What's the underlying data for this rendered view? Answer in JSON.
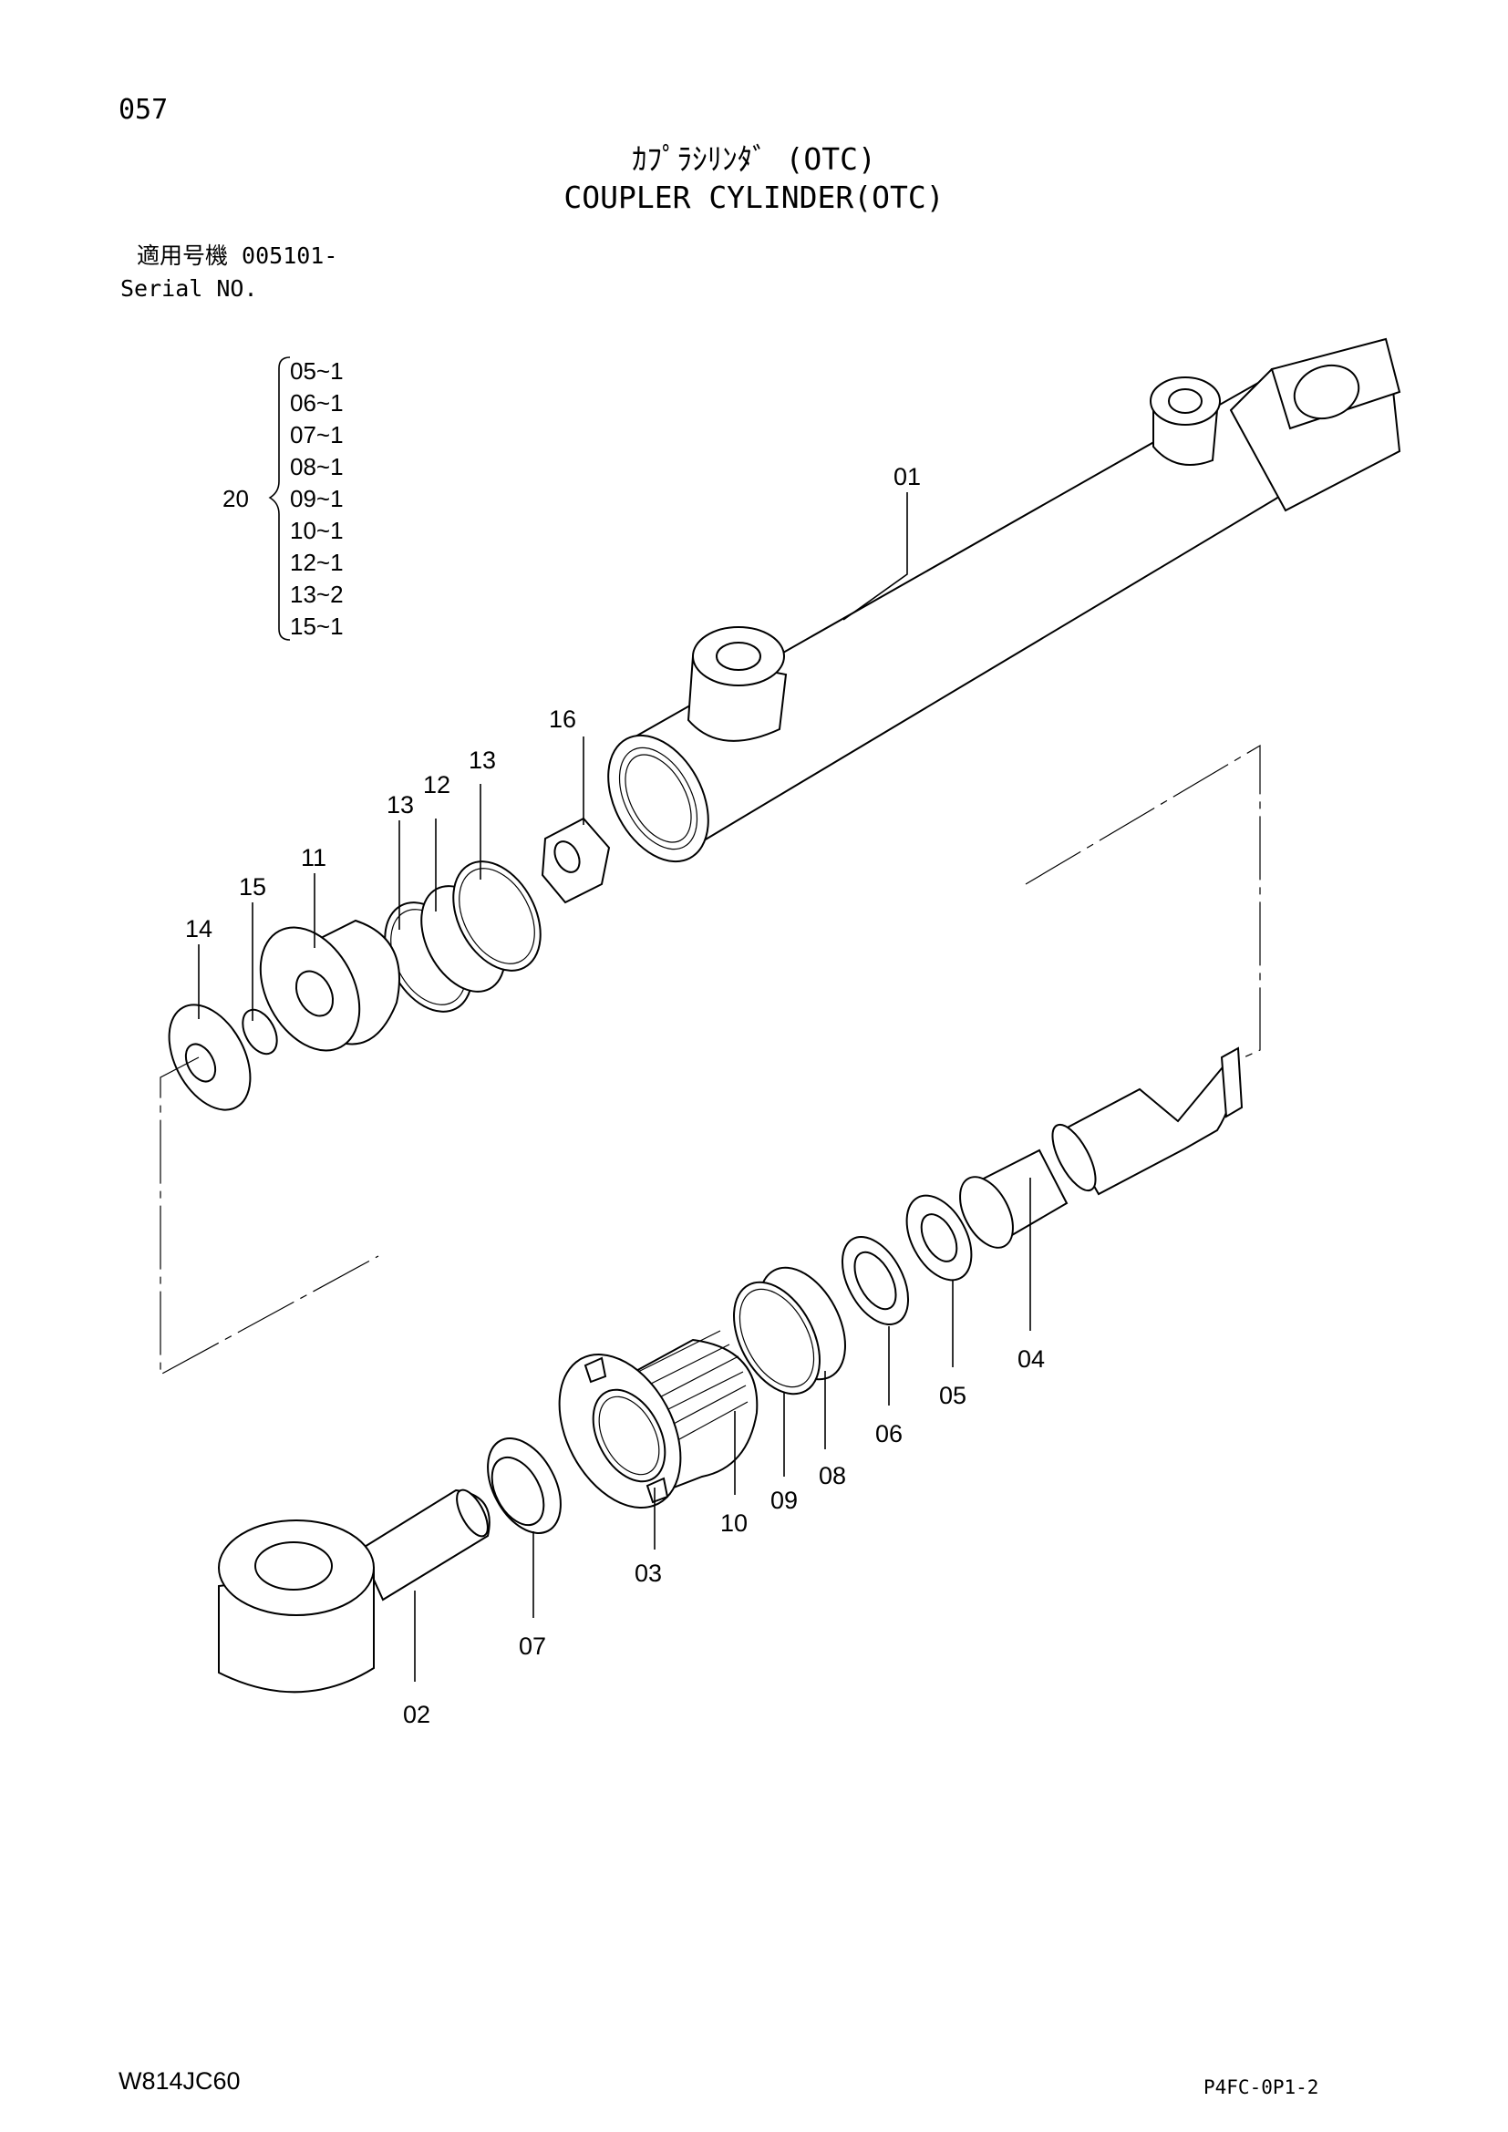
{
  "header": {
    "page_number": "057",
    "title_jp": "ｶﾌﾟﾗｼﾘﾝﾀﾞ (OTC)",
    "title_en": "COUPLER CYLINDER(OTC)",
    "serial_label_jp": "適用号機 005101-",
    "serial_label_en": "Serial NO."
  },
  "kit": {
    "number": "20",
    "items": [
      "05~1",
      "06~1",
      "07~1",
      "08~1",
      "09~1",
      "10~1",
      "12~1",
      "13~2",
      "15~1"
    ]
  },
  "callouts": [
    "01",
    "02",
    "03",
    "04",
    "05",
    "06",
    "07",
    "08",
    "09",
    "10",
    "11",
    "12",
    "13",
    "13",
    "14",
    "15",
    "16"
  ],
  "footer": {
    "doc_code": "W814JC60",
    "sheet_code": "P4FC-0P1-2"
  }
}
